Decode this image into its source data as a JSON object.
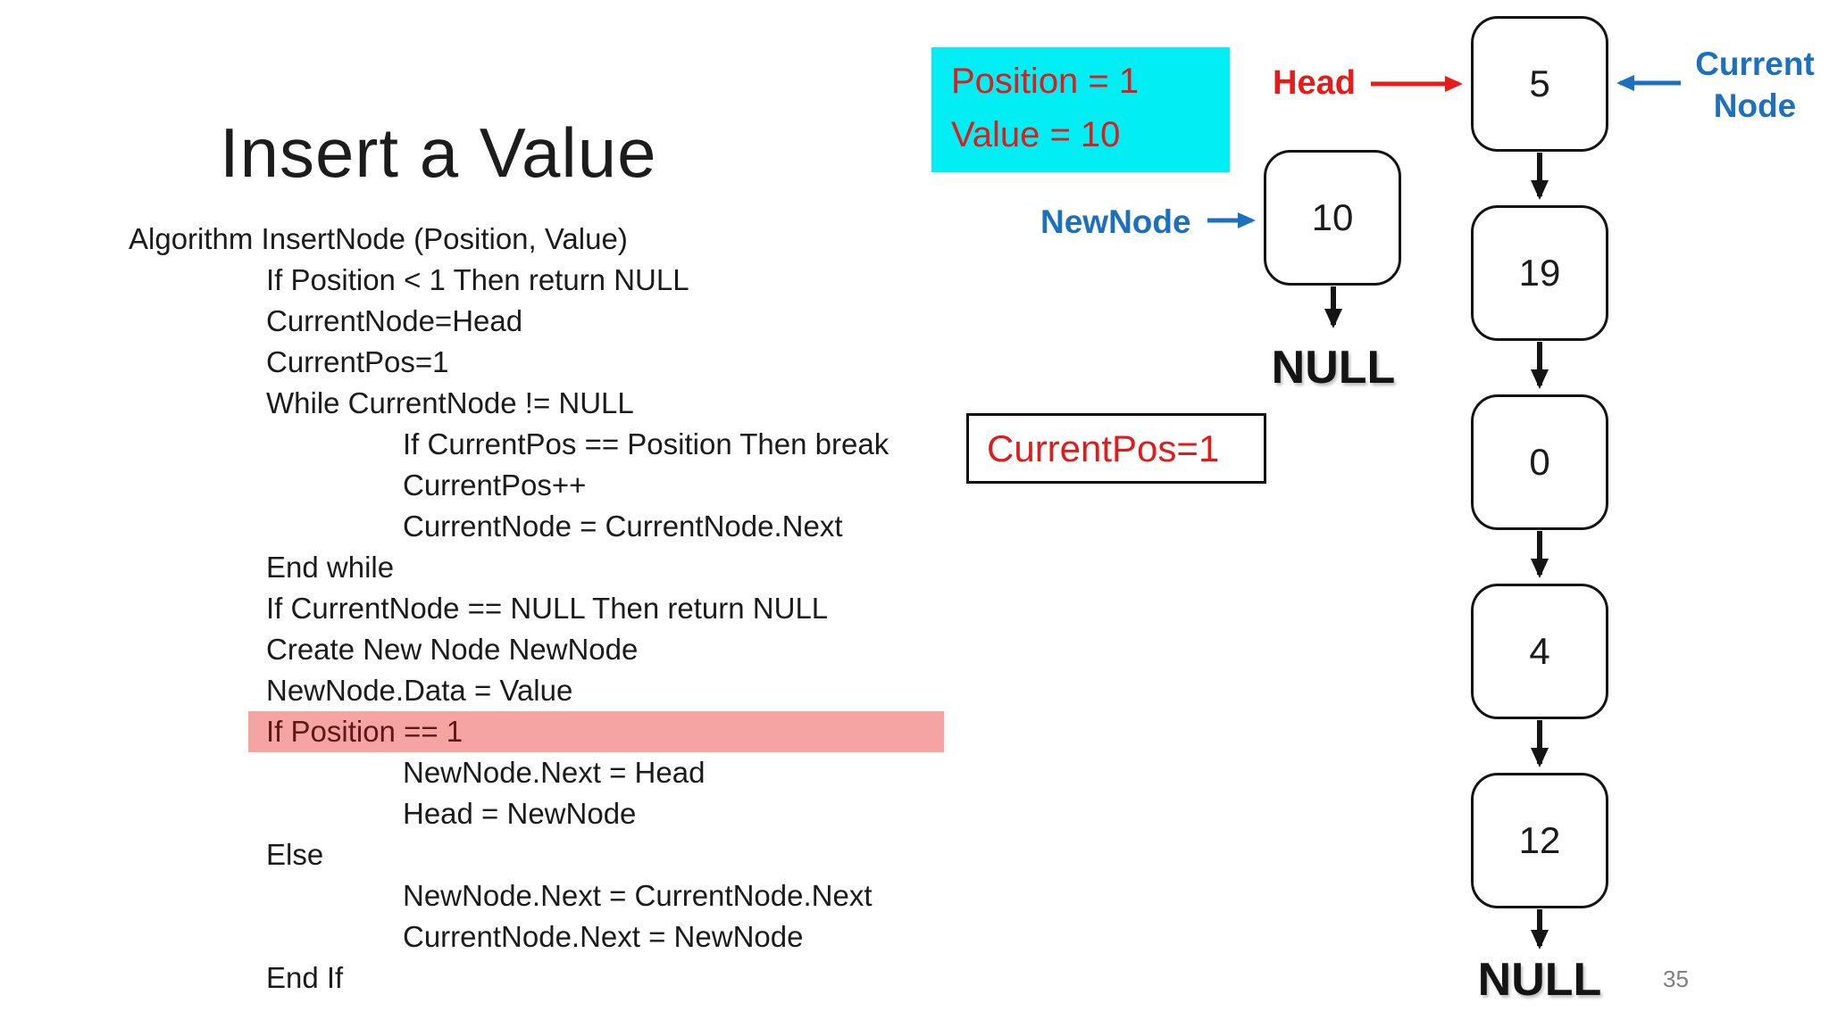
{
  "slide": {
    "title": "Insert a Value",
    "page_number": "35"
  },
  "algorithm": {
    "lines": [
      {
        "text": "Algorithm InsertNode (Position, Value)",
        "indent": 0,
        "highlight": false
      },
      {
        "text": "If Position < 1 Then return NULL",
        "indent": 1,
        "highlight": false
      },
      {
        "text": "CurrentNode=Head",
        "indent": 1,
        "highlight": false
      },
      {
        "text": "CurrentPos=1",
        "indent": 1,
        "highlight": false
      },
      {
        "text": "While CurrentNode != NULL",
        "indent": 1,
        "highlight": false
      },
      {
        "text": "If CurrentPos == Position Then break",
        "indent": 2,
        "highlight": false
      },
      {
        "text": "CurrentPos++",
        "indent": 2,
        "highlight": false
      },
      {
        "text": "CurrentNode = CurrentNode.Next",
        "indent": 2,
        "highlight": false
      },
      {
        "text": "End while",
        "indent": 1,
        "highlight": false
      },
      {
        "text": "If CurrentNode == NULL Then return NULL",
        "indent": 1,
        "highlight": false
      },
      {
        "text": "Create New Node NewNode",
        "indent": 1,
        "highlight": false
      },
      {
        "text": "NewNode.Data = Value",
        "indent": 1,
        "highlight": false
      },
      {
        "text": "If Position == 1",
        "indent": 1,
        "highlight": true
      },
      {
        "text": "NewNode.Next = Head",
        "indent": 2,
        "highlight": false
      },
      {
        "text": "Head = NewNode",
        "indent": 2,
        "highlight": false
      },
      {
        "text": "Else",
        "indent": 1,
        "highlight": false
      },
      {
        "text": "NewNode.Next = CurrentNode.Next",
        "indent": 2,
        "highlight": false
      },
      {
        "text": "CurrentNode.Next = NewNode",
        "indent": 2,
        "highlight": false
      },
      {
        "text": "End If",
        "indent": 1,
        "highlight": false
      }
    ]
  },
  "callouts": {
    "params_box": {
      "line1": "Position = 1",
      "line2": "Value = 10"
    },
    "currentpos_box": {
      "text": "CurrentPos=1"
    },
    "head_label": "Head",
    "current_node_label": {
      "line1": "Current",
      "line2": "Node"
    },
    "newnode_label": "NewNode"
  },
  "linked_list": {
    "main_chain": {
      "nodes": [
        "5",
        "19",
        "0",
        "4",
        "12"
      ],
      "terminator": "NULL"
    },
    "new_node": {
      "value": "10",
      "terminator": "NULL"
    }
  },
  "colors": {
    "accent_red": "#e81b1b",
    "accent_blue": "#1c70bd",
    "params_box_bg": "#00eef4",
    "params_text": "#de1c1c",
    "highlight_bg": "#f6a3a3",
    "highlight_text": "#5e1616",
    "node_border": "#141414",
    "body_text": "#1b1b1b",
    "page_number": "#7f7f7f"
  }
}
